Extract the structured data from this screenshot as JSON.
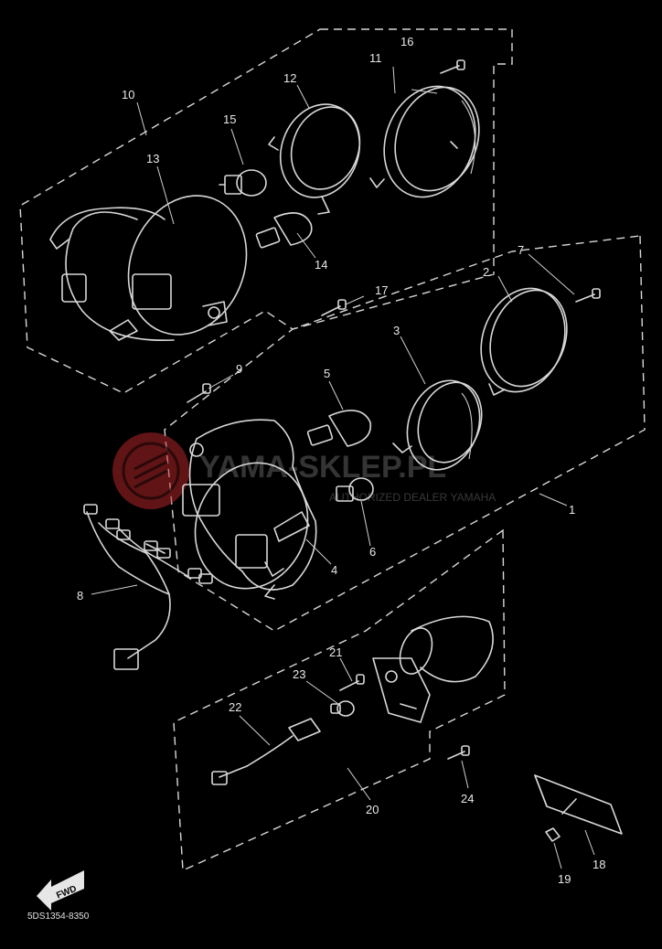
{
  "diagram": {
    "drawing_code": "5DS1354-8350",
    "fwd_label": "FWD",
    "watermark": {
      "brand": "YAMA-SKLEP.PL",
      "tagline": "AUTHORIZED DEALER YAMAHA",
      "icon": "tuning-fork-logo-icon",
      "color": "#c0282b"
    },
    "part_callouts": [
      "1",
      "2",
      "3",
      "4",
      "5",
      "6",
      "7",
      "8",
      "9",
      "10",
      "11",
      "12",
      "13",
      "14",
      "15",
      "16",
      "17",
      "18",
      "19",
      "20",
      "21",
      "22",
      "23",
      "24"
    ]
  }
}
